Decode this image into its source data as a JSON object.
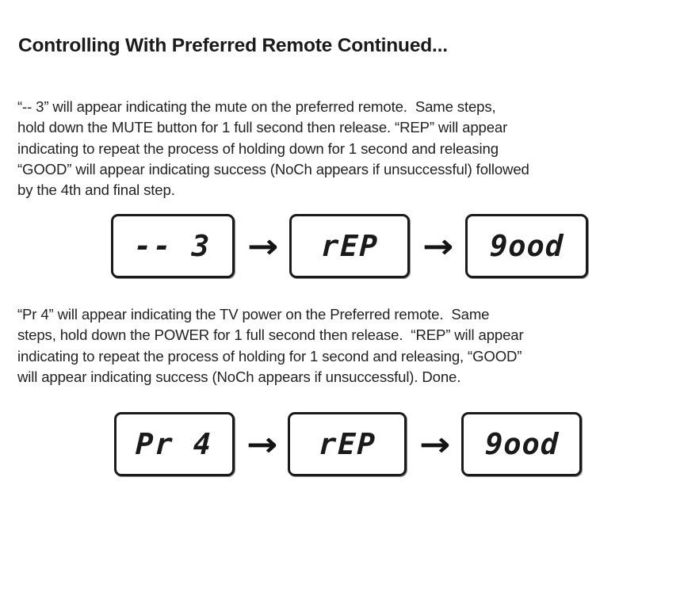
{
  "document": {
    "heading": "Controlling With Preferred Remote Continued...",
    "background_color": "#ffffff",
    "text_color": "#222222"
  },
  "paragraphs": [
    {
      "id": "para-1",
      "lines": [
        "“-- 3” will appear indicating the mute on the preferred remote.  Same steps,",
        "hold down the MUTE button for 1 full second then release. “REP” will appear",
        "indicating to repeat the process of holding down for 1 second and releasing",
        "“GOOD” will appear indicating success (NoCh appears if unsuccessful) followed",
        "by the 4th and final step."
      ]
    },
    {
      "id": "para-2",
      "lines": [
        "“Pr 4” will appear indicating the TV power on the Preferred remote.  Same",
        "steps, hold down the POWER for 1 full second then release.  “REP” will appear",
        "indicating to repeat the process of holding for 1 second and releasing, “GOOD”",
        "will appear indicating success (NoCh appears if unsuccessful). Done."
      ]
    }
  ],
  "flows": [
    {
      "id": "flow-row-1",
      "displays": [
        {
          "text": "-- 3",
          "label": "mute-code-display"
        },
        {
          "text": "rEP",
          "label": "repeat-display"
        },
        {
          "text": "9ood",
          "label": "good-display"
        }
      ],
      "arrows": [
        "→",
        "→"
      ]
    },
    {
      "id": "flow-row-2",
      "displays": [
        {
          "text": "Pr 4",
          "label": "power-code-display"
        },
        {
          "text": "rEP",
          "label": "repeat-display"
        },
        {
          "text": "9ood",
          "label": "good-display"
        }
      ],
      "arrows": [
        "→",
        "→"
      ]
    }
  ]
}
